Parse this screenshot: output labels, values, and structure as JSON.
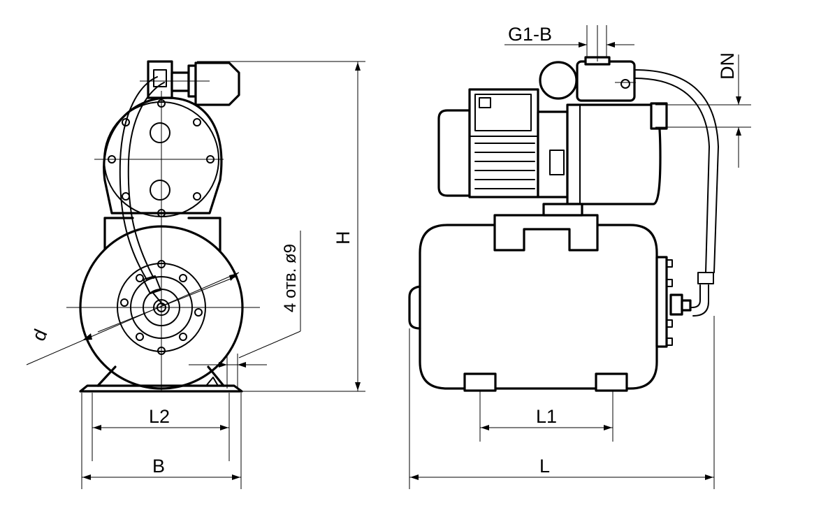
{
  "labels": {
    "d": "d",
    "L2": "L2",
    "B": "B",
    "H": "H",
    "holes": "4 отв. ø9",
    "G1B": "G1-B",
    "DN": "DN",
    "L1": "L1",
    "L": "L"
  }
}
